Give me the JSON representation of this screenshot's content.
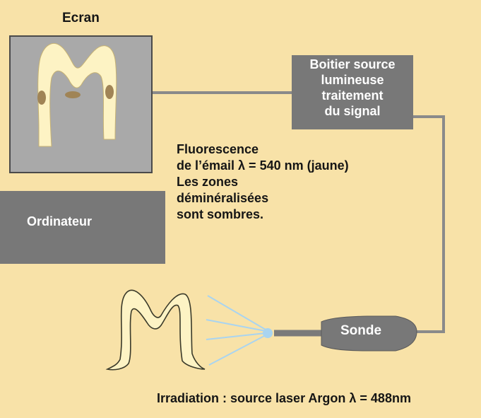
{
  "ecran": {
    "title": "Ecran"
  },
  "boitier": {
    "lines": [
      "Boitier source",
      "lumineuse",
      "traitement",
      "du signal"
    ]
  },
  "ordinateur": {
    "label": "Ordinateur"
  },
  "fluorescence": {
    "lines": [
      "Fluorescence",
      "de l’émail λ = 540 nm (jaune)",
      "Les zones",
      "déminéralisées",
      "sont sombres."
    ]
  },
  "sonde": {
    "label": "Sonde"
  },
  "irradiation": {
    "text": "Irradiation : source laser Argon λ = 488nm"
  },
  "colors": {
    "background": "#f8e2a8",
    "box": "#787878",
    "screen": "#a9a9a9",
    "tooth": "#fdf3c4",
    "stain": "#a08456",
    "beam": "#a9d4f0",
    "cable": "#8a8a8a"
  }
}
